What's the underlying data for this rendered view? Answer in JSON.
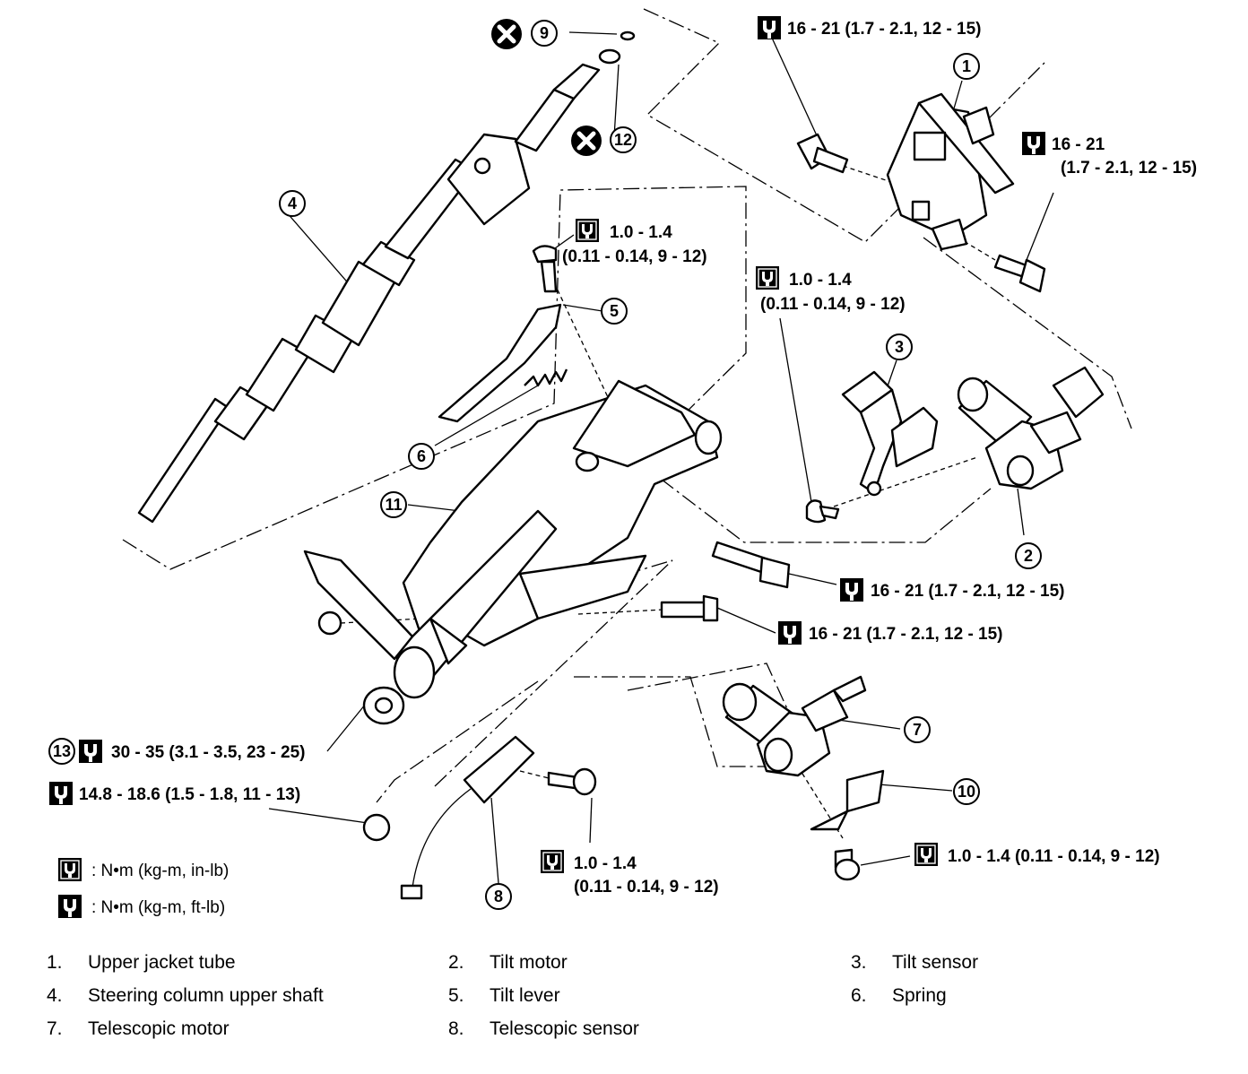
{
  "callouts": [
    "1",
    "2",
    "3",
    "4",
    "5",
    "6",
    "7",
    "8",
    "9",
    "10",
    "11",
    "12",
    "13"
  ],
  "torques": {
    "t1": "16 - 21 (1.7 - 2.1, 12 - 15)",
    "t2_line1": "16 - 21",
    "t2_line2": "(1.7 - 2.1, 12 - 15)",
    "t3_line1": "1.0 - 1.4",
    "t3_line2": "(0.11 - 0.14, 9 - 12)",
    "t4_line1": "1.0 - 1.4",
    "t4_line2": "(0.11 - 0.14, 9 - 12)",
    "t5": "16 - 21 (1.7 - 2.1, 12 - 15)",
    "t6": "16 - 21 (1.7 - 2.1, 12 - 15)",
    "t7": "30 - 35 (3.1 - 3.5, 23 - 25)",
    "t8": "14.8 - 18.6 (1.5 - 1.8, 11 - 13)",
    "t9_line1": "1.0 - 1.4",
    "t9_line2": "(0.11 - 0.14, 9 - 12)",
    "t10": "1.0 - 1.4 (0.11 - 0.14, 9 - 12)"
  },
  "legend": {
    "inlb": ":  N•m  (kg-m,  in-lb)",
    "ftlb": ":  N•m  (kg-m,  ft-lb)"
  },
  "parts": [
    {
      "num": "1.",
      "name": "Upper jacket tube"
    },
    {
      "num": "2.",
      "name": "Tilt motor"
    },
    {
      "num": "3.",
      "name": "Tilt sensor"
    },
    {
      "num": "4.",
      "name": "Steering column upper shaft"
    },
    {
      "num": "5.",
      "name": "Tilt lever"
    },
    {
      "num": "6.",
      "name": "Spring"
    },
    {
      "num": "7.",
      "name": "Telescopic motor"
    },
    {
      "num": "8.",
      "name": "Telescopic sensor"
    }
  ]
}
